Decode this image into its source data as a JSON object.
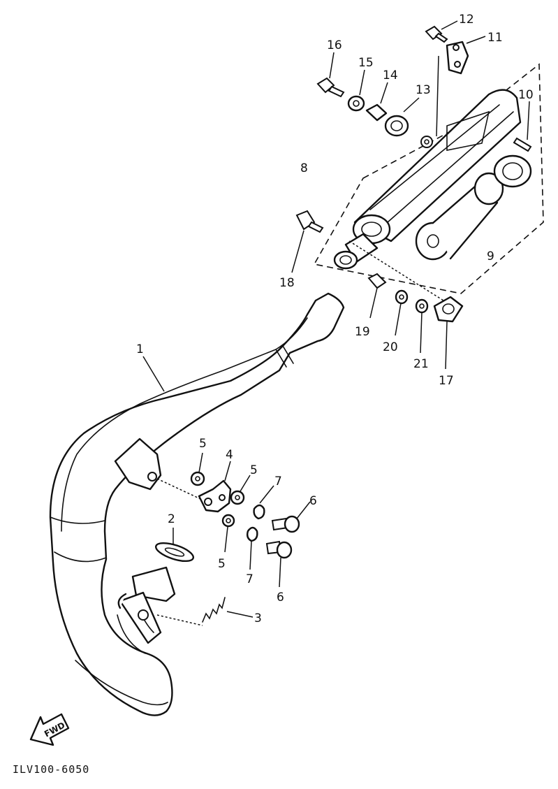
{
  "labels": {
    "p1": "1",
    "p2": "2",
    "p3": "3",
    "p4": "4",
    "p5a": "5",
    "p5b": "5",
    "p5c": "5",
    "p6a": "6",
    "p6b": "6",
    "p7a": "7",
    "p7b": "7",
    "p8": "8",
    "p9": "9",
    "p10": "10",
    "p11": "11",
    "p12": "12",
    "p13": "13",
    "p14": "14",
    "p15": "15",
    "p16": "16",
    "p17": "17",
    "p18": "18",
    "p19": "19",
    "p20": "20",
    "p21": "21"
  },
  "fwd_arrow": "FWD",
  "drawing_code": "ILV100-6050"
}
